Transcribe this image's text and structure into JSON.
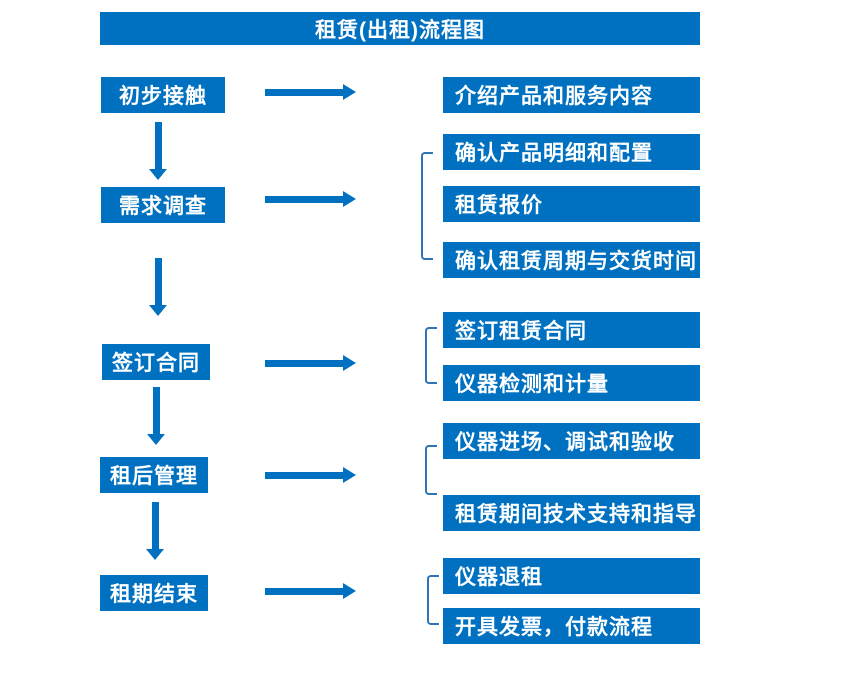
{
  "title": "租赁(出租)流程图",
  "colors": {
    "primary": "#0070C0",
    "bracket": "#2E75B6",
    "text_on_primary": "#FFFFFF",
    "background": "#FFFFFF"
  },
  "flow": {
    "steps": [
      {
        "label": "初步接触",
        "details": [
          "介绍产品和服务内容"
        ]
      },
      {
        "label": "需求调查",
        "details": [
          "确认产品明细和配置",
          "租赁报价",
          "确认租赁周期与交货时间"
        ]
      },
      {
        "label": "签订合同",
        "details": [
          "签订租赁合同",
          "仪器检测和计量"
        ]
      },
      {
        "label": "租后管理",
        "details": [
          "仪器进场、调试和验收",
          "租赁期间技术支持和指导"
        ]
      },
      {
        "label": "租期结束",
        "details": [
          "仪器退租",
          "开具发票，付款流程"
        ]
      }
    ]
  }
}
